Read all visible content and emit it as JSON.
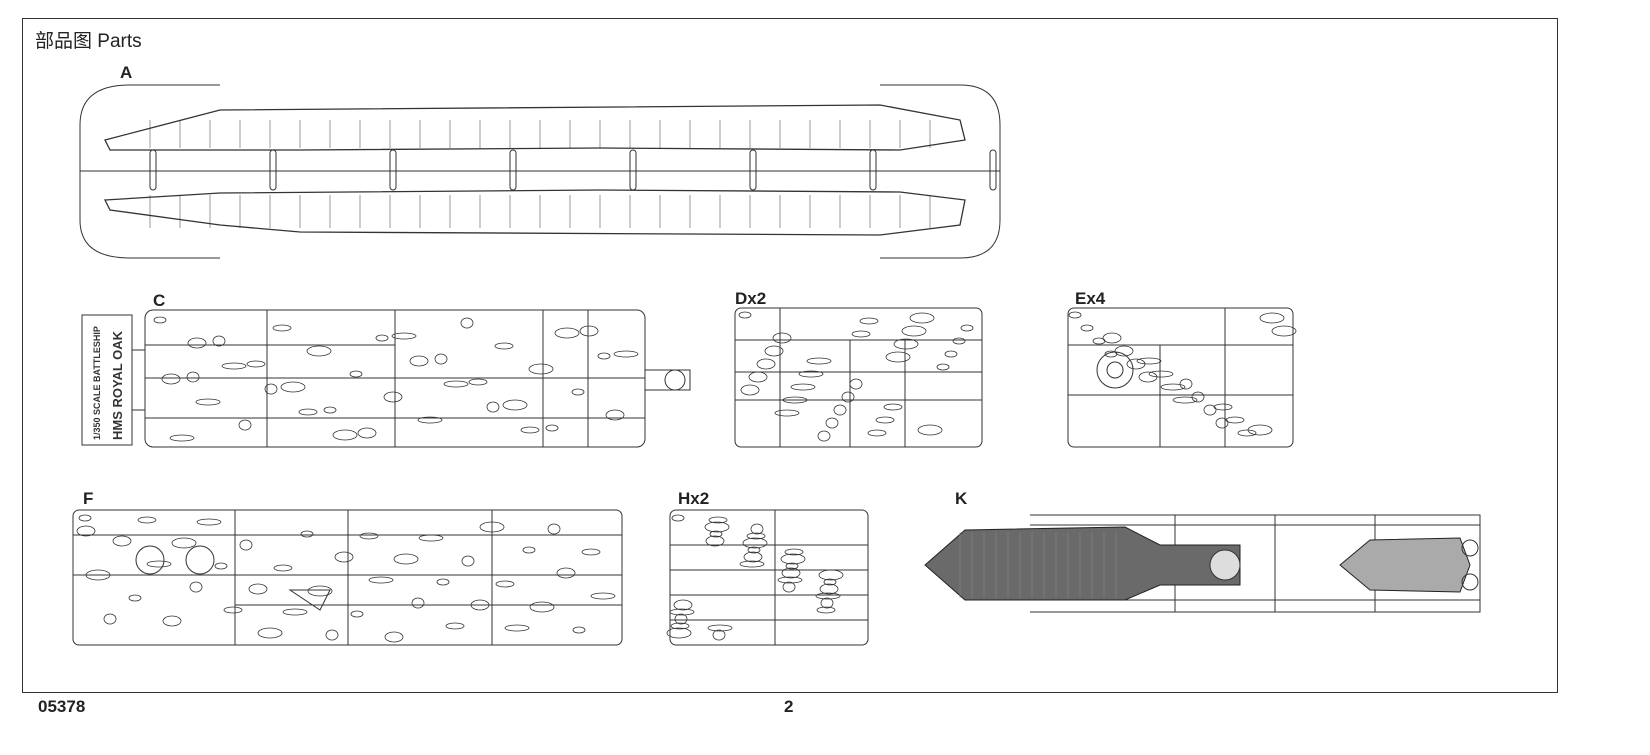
{
  "page_title": "部品图 Parts",
  "sprues": [
    {
      "id": "A",
      "label": "A"
    },
    {
      "id": "C",
      "label": "C",
      "nameplate": [
        "1/350 SCALE BATTLESHIP",
        "HMS ROYAL OAK"
      ]
    },
    {
      "id": "D",
      "label": "Dx2"
    },
    {
      "id": "E",
      "label": "Ex4"
    },
    {
      "id": "F",
      "label": "F"
    },
    {
      "id": "H",
      "label": "Hx2"
    },
    {
      "id": "K",
      "label": "K"
    }
  ],
  "footer": {
    "product_code": "05378",
    "page_number": "2"
  },
  "colors": {
    "line": "#333333",
    "deck": "#555555"
  }
}
